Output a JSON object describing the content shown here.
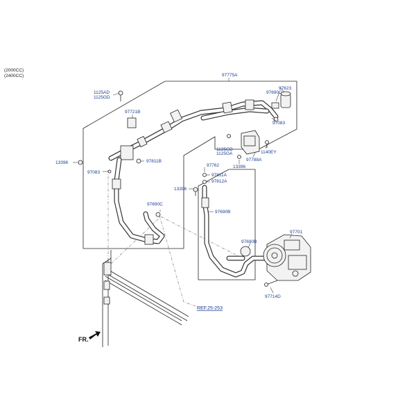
{
  "engine_variants": [
    "(2000CC)",
    "(2400CC)"
  ],
  "parts": {
    "p97775A": "97775A",
    "p1125AD": "1125AD",
    "p1125GD_top": "1125GD",
    "p97623": "97623",
    "p97690C_top": "97690C",
    "p97721B": "97721B",
    "p97083_right": "97083",
    "p1125GD_mid": "1125GD",
    "p1125GA": "1125GA",
    "p1140EY": "1140EY",
    "p97788A": "97788A",
    "p13396_mid": "13396",
    "p13396_left": "13396",
    "p97811B": "97811B",
    "p97083_left": "97083",
    "p97762": "97762",
    "p97811A": "97811A",
    "p97812A": "97812A",
    "p13396_inner": "13396",
    "p97690C_mid": "97690C",
    "p97690B_upper": "97690B",
    "p97690B_lower": "97690B",
    "p97701": "97701",
    "p97714D": "97714D"
  },
  "reference": "REF.25-253",
  "front_marker": "FR."
}
